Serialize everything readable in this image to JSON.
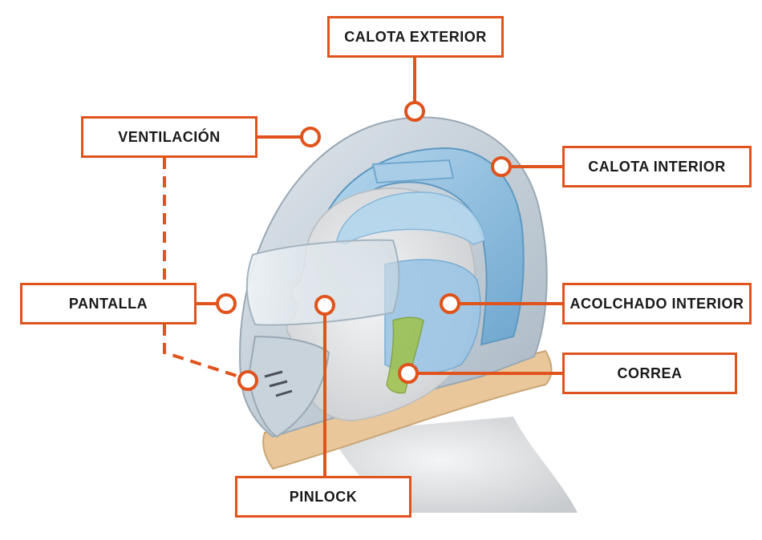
{
  "labels": {
    "calota_exterior": "CALOTA EXTERIOR",
    "ventilacion": "VENTILACIÓN",
    "calota_interior": "CALOTA INTERIOR",
    "pantalla": "PANTALLA",
    "acolchado_interior": "ACOLCHADO INTERIOR",
    "correa": "CORREA",
    "pinlock": "PINLOCK"
  },
  "colors": {
    "accent": "#e0531c",
    "shell_outer": "#c9d3dc",
    "shell_inner": "#8fbfe0",
    "padding": "#9cc6e6",
    "head": "#e4e6e8",
    "strap": "#9fc24a",
    "neck_roll": "#e9c79a"
  }
}
